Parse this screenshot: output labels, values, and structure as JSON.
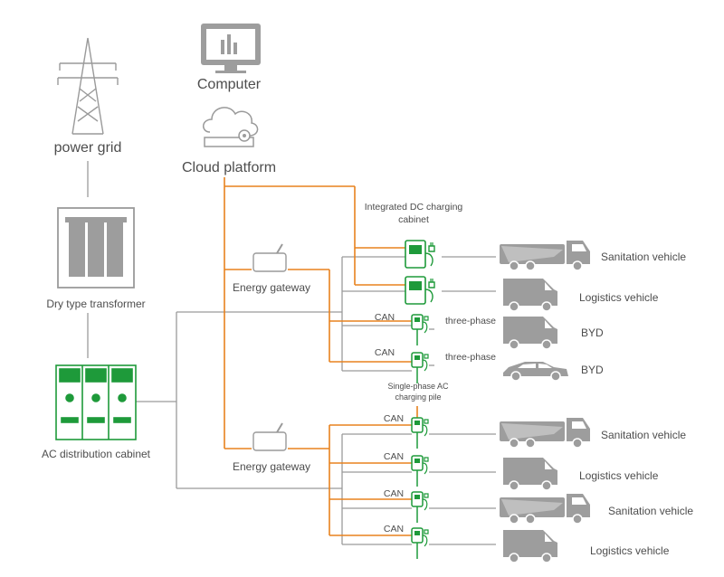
{
  "nodes": {
    "computer": "Computer",
    "cloud": "Cloud platform",
    "power_grid": "power grid",
    "transformer": "Dry type transformer",
    "ac_cabinet": "AC distribution cabinet",
    "gateway_top": "Energy gateway",
    "gateway_bottom": "Energy gateway",
    "dc_cabinet_line1": "Integrated DC charging",
    "dc_cabinet_line2": "cabinet",
    "ac_pile_line1": "Single-phase AC",
    "ac_pile_line2": "charging pile"
  },
  "links": {
    "can": "CAN",
    "three_phase": "three-phase"
  },
  "vehicles": {
    "v1": "Sanitation vehicle",
    "v2": "Logistics vehicle",
    "v3": "BYD",
    "v4": "BYD",
    "v5": "Sanitation vehicle",
    "v6": "Logistics vehicle",
    "v7": "Sanitation vehicle",
    "v8": "Logistics vehicle"
  },
  "colors": {
    "orange_line": "#e8821e",
    "gray_line": "#9a9a9a",
    "green_equipment": "#1e9a3a",
    "icon_gray": "#9d9d9d"
  }
}
